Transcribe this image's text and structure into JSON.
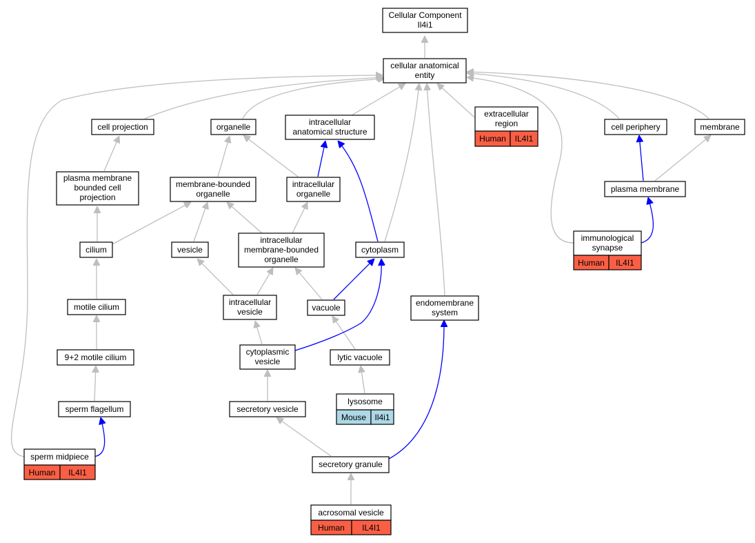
{
  "colors": {
    "is_a_edge": "#bebebe",
    "part_of_edge": "#0000ff",
    "human_tag": "#fa5f45",
    "mouse_tag": "#add8e6",
    "node_fill": "#ffffff",
    "node_border": "#000000"
  },
  "nodes": {
    "root": [
      "Cellular Component",
      "Il4i1"
    ],
    "cae": [
      "cellular anatomical",
      "entity"
    ],
    "cell_projection": [
      "cell projection"
    ],
    "organelle": [
      "organelle"
    ],
    "ias": [
      "intracellular",
      "anatomical structure"
    ],
    "extracellular_region": [
      "extracellular",
      "region"
    ],
    "cell_periphery": [
      "cell periphery"
    ],
    "membrane": [
      "membrane"
    ],
    "pmbcp": [
      "plasma membrane",
      "bounded cell",
      "projection"
    ],
    "mbo": [
      "membrane-bounded",
      "organelle"
    ],
    "intracellular_organelle": [
      "intracellular",
      "organelle"
    ],
    "plasma_membrane": [
      "plasma membrane"
    ],
    "immunological_synapse": [
      "immunological",
      "synapse"
    ],
    "cilium": [
      "cilium"
    ],
    "vesicle": [
      "vesicle"
    ],
    "imbo": [
      "intracellular",
      "membrane-bounded",
      "organelle"
    ],
    "cytoplasm": [
      "cytoplasm"
    ],
    "motile_cilium": [
      "motile cilium"
    ],
    "intracellular_vesicle": [
      "intracellular",
      "vesicle"
    ],
    "vacuole": [
      "vacuole"
    ],
    "endomembrane_system": [
      "endomembrane",
      "system"
    ],
    "nine_two_motile_cilium": [
      "9+2 motile cilium"
    ],
    "cytoplasmic_vesicle": [
      "cytoplasmic",
      "vesicle"
    ],
    "lytic_vacuole": [
      "lytic vacuole"
    ],
    "sperm_flagellum": [
      "sperm flagellum"
    ],
    "secretory_vesicle": [
      "secretory vesicle"
    ],
    "lysosome": [
      "lysosome"
    ],
    "sperm_midpiece": [
      "sperm midpiece"
    ],
    "secretory_granule": [
      "secretory granule"
    ],
    "acrosomal_vesicle": [
      "acrosomal vesicle"
    ]
  },
  "annotations": {
    "extracellular_region": [
      "Human",
      "IL4I1"
    ],
    "immunological_synapse": [
      "Human",
      "IL4I1"
    ],
    "lysosome": [
      "Mouse",
      "Il4i1"
    ],
    "sperm_midpiece": [
      "Human",
      "IL4I1"
    ],
    "acrosomal_vesicle": [
      "Human",
      "IL4I1"
    ]
  }
}
